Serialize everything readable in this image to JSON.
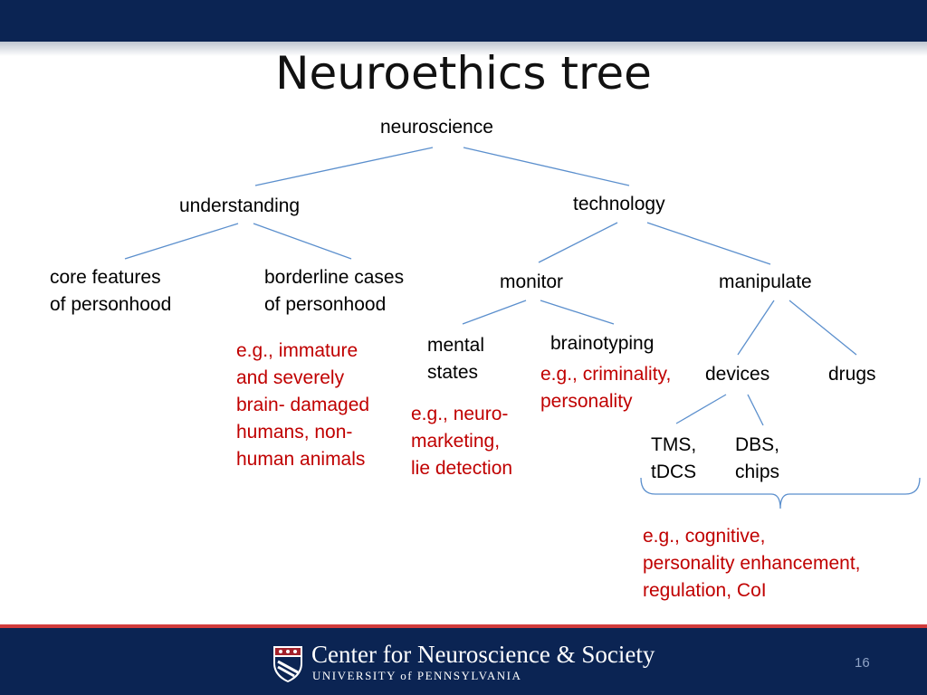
{
  "title": "Neuroethics tree",
  "nodes": {
    "neuroscience": "neuroscience",
    "understanding": "understanding",
    "technology": "technology",
    "core_features_1": "core features",
    "core_features_2": "of personhood",
    "borderline_1": "borderline cases",
    "borderline_2": "of personhood",
    "monitor": "monitor",
    "manipulate": "manipulate",
    "mental_states_1": "mental",
    "mental_states_2": "states",
    "brainotyping": "brainotyping",
    "devices": "devices",
    "drugs": "drugs",
    "tms_1": "TMS,",
    "tms_2": "tDCS",
    "dbs_1": "DBS,",
    "dbs_2": "chips"
  },
  "examples": {
    "borderline": [
      "e.g., immature",
      "and severely",
      "brain- damaged",
      "humans, non-",
      "human animals"
    ],
    "mental_states": [
      "e.g., neuro-",
      "marketing,",
      "lie detection"
    ],
    "brainotyping": [
      "e.g., criminality,",
      "personality"
    ],
    "devices": [
      "e.g., cognitive,",
      "personality enhancement,",
      "regulation, CoI"
    ]
  },
  "footer": {
    "org_name": "Center for Neuroscience & Society",
    "university": "UNIVERSITY of PENNSYLVANIA",
    "page_number": "16"
  },
  "colors": {
    "header_bar": "#0b2453",
    "tree_line": "#5b8fcd",
    "example_text": "#c00000",
    "footer_accent": "#d23b3b"
  }
}
